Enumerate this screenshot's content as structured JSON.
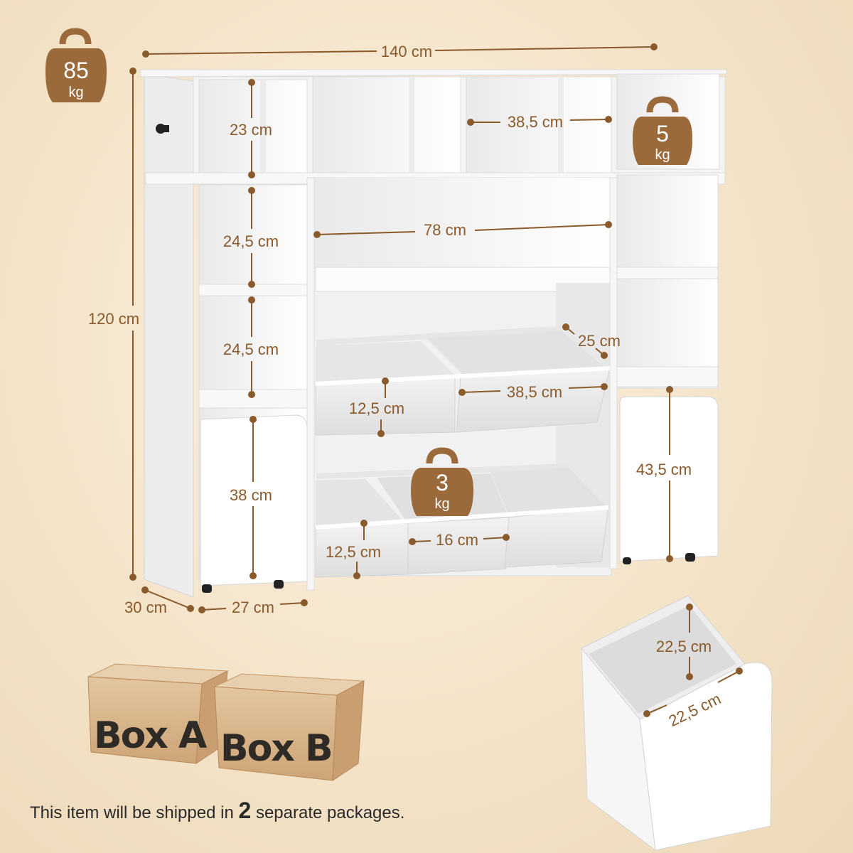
{
  "dimensions": {
    "total_width": "140 cm",
    "total_height": "120 cm",
    "depth": "30 cm",
    "side_width": "27 cm",
    "top_cube_height": "23 cm",
    "upper_compartment_height": "24,5 cm",
    "lower_compartment_height": "24,5 cm",
    "top_right_cube_width": "38,5 cm",
    "middle_shelf_width": "78 cm",
    "large_bin_depth": "25 cm",
    "large_bin_height": "12,5 cm",
    "large_bin_width": "38,5 cm",
    "left_cabinet_height": "38 cm",
    "right_cabinet_height": "43,5 cm",
    "small_bin_height": "12,5 cm",
    "small_bin_width": "16 cm",
    "drawer_height": "22,5 cm",
    "drawer_depth": "22,5 cm"
  },
  "weights": {
    "total": {
      "value": "85",
      "unit": "kg"
    },
    "shelf": {
      "value": "5",
      "unit": "kg"
    },
    "bin": {
      "value": "3",
      "unit": "kg"
    }
  },
  "boxes": [
    "Box A",
    "Box B"
  ],
  "shipping": {
    "prefix": "This item will be shipped in",
    "count": "2",
    "suffix": "separate packages."
  },
  "colors": {
    "accent": "#8a5a2b",
    "weight_badge": "#9b6a3b",
    "furniture": "#ffffff",
    "background": "#f3e2c6",
    "cardboard": "#d9b98f"
  }
}
